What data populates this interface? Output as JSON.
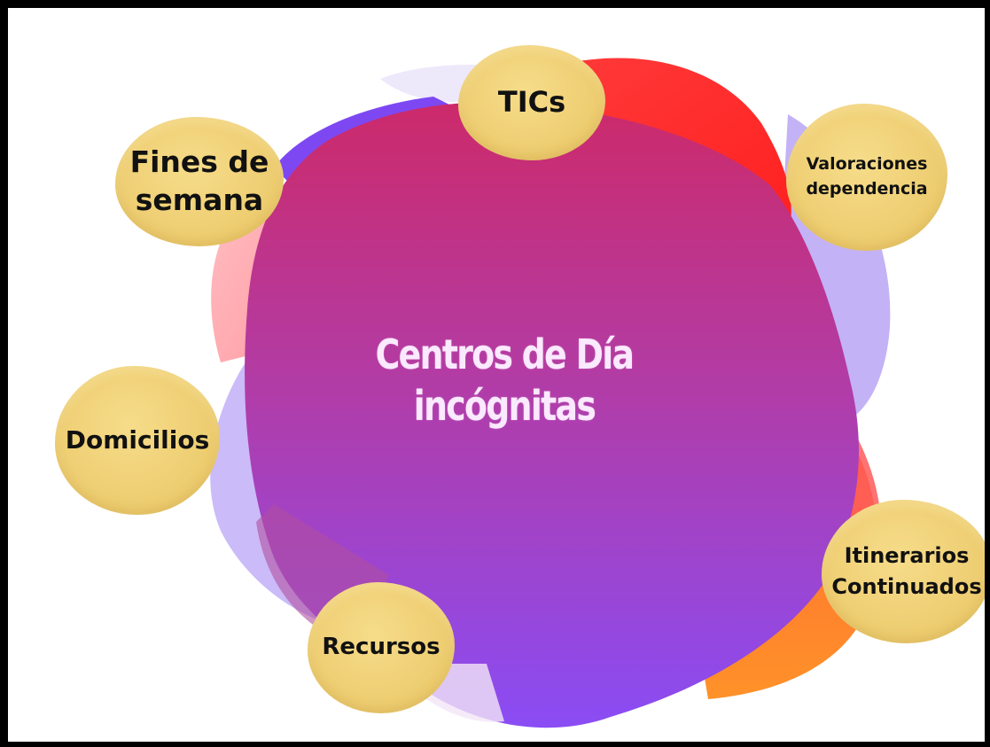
{
  "diagram": {
    "center": {
      "line1": "Centros de Día",
      "line2": "incógnitas"
    },
    "nodes": {
      "tics": {
        "lines": [
          "TICs"
        ]
      },
      "fines": {
        "lines": [
          "Fines de",
          "semana"
        ]
      },
      "valoraciones": {
        "lines": [
          "Valoraciones",
          "dependencia"
        ]
      },
      "domicilios": {
        "lines": [
          "Domicilios"
        ]
      },
      "itinerarios": {
        "lines": [
          "Itinerarios",
          "Continuados"
        ]
      },
      "recursos": {
        "lines": [
          "Recursos"
        ]
      }
    },
    "colors": {
      "node_fill": "#efcf74",
      "blob_red": "#f01c1c",
      "blob_orange": "#ff7a1a",
      "blob_violet": "#7d3cf5",
      "blob_lavender": "#b9a4f5",
      "center_text": "#fbe9ff",
      "frame": "#000000"
    }
  }
}
